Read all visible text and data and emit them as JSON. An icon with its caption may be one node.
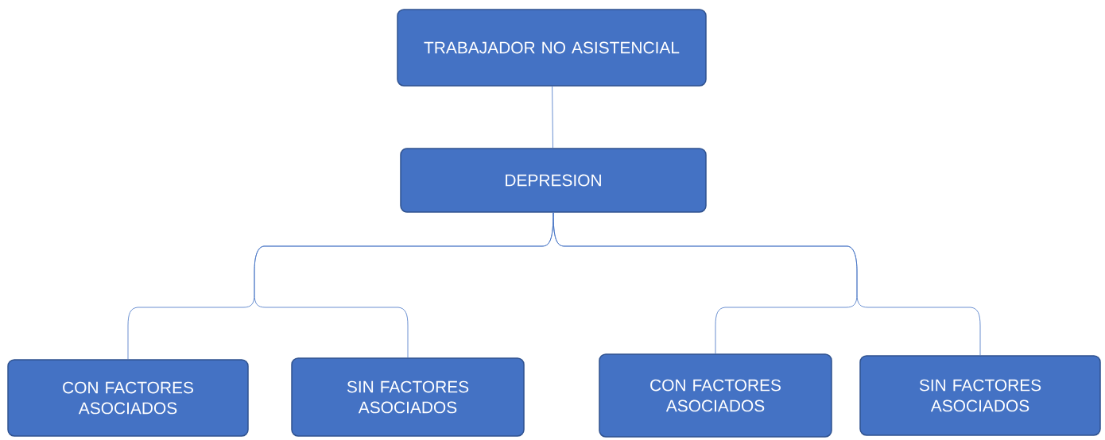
{
  "diagram": {
    "nodes": [
      {
        "text": [
          "TRABAJADOR NO ASISTENCIAL"
        ]
      },
      {
        "text": [
          "DEPRESION"
        ]
      },
      {
        "text": [
          "CON FACTORES ASOCIADOS"
        ]
      },
      {
        "text": [
          "SIN FACTORES ASOCIADOS"
        ]
      },
      {
        "text": [
          "CON FACTORES ASOCIADOS"
        ]
      },
      {
        "text": [
          "SIN FACTORES ASOCIADOS"
        ]
      }
    ],
    "edges": [
      {
        "from": 0,
        "to": 1,
        "arrow": "none"
      },
      {
        "from": 1,
        "to": 2,
        "arrow": "none"
      },
      {
        "from": 1,
        "to": 3,
        "arrow": "none"
      },
      {
        "from": 1,
        "to": 4,
        "arrow": "none"
      },
      {
        "from": 1,
        "to": 5,
        "arrow": "none"
      }
    ]
  }
}
